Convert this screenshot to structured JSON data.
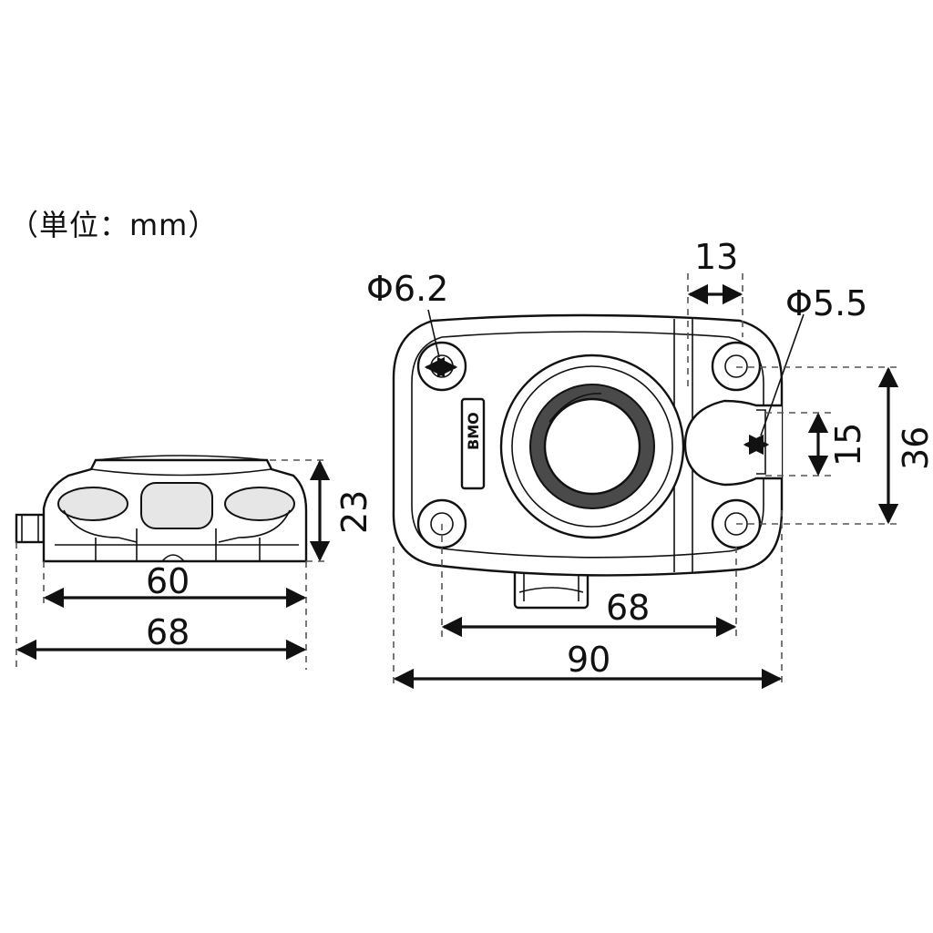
{
  "unit_note": "（単位：mm）",
  "side_view": {
    "height_label": "23",
    "inner_width_label": "60",
    "outer_width_label": "68"
  },
  "top_view": {
    "hole_small_label": "Φ6.2",
    "slot_hole_label": "Φ5.5",
    "offset_label": "13",
    "slot_width_label": "15",
    "hole_spacing_v_label": "36",
    "hole_spacing_h_label": "68",
    "overall_width_label": "90",
    "brand_mark": "BMO"
  }
}
